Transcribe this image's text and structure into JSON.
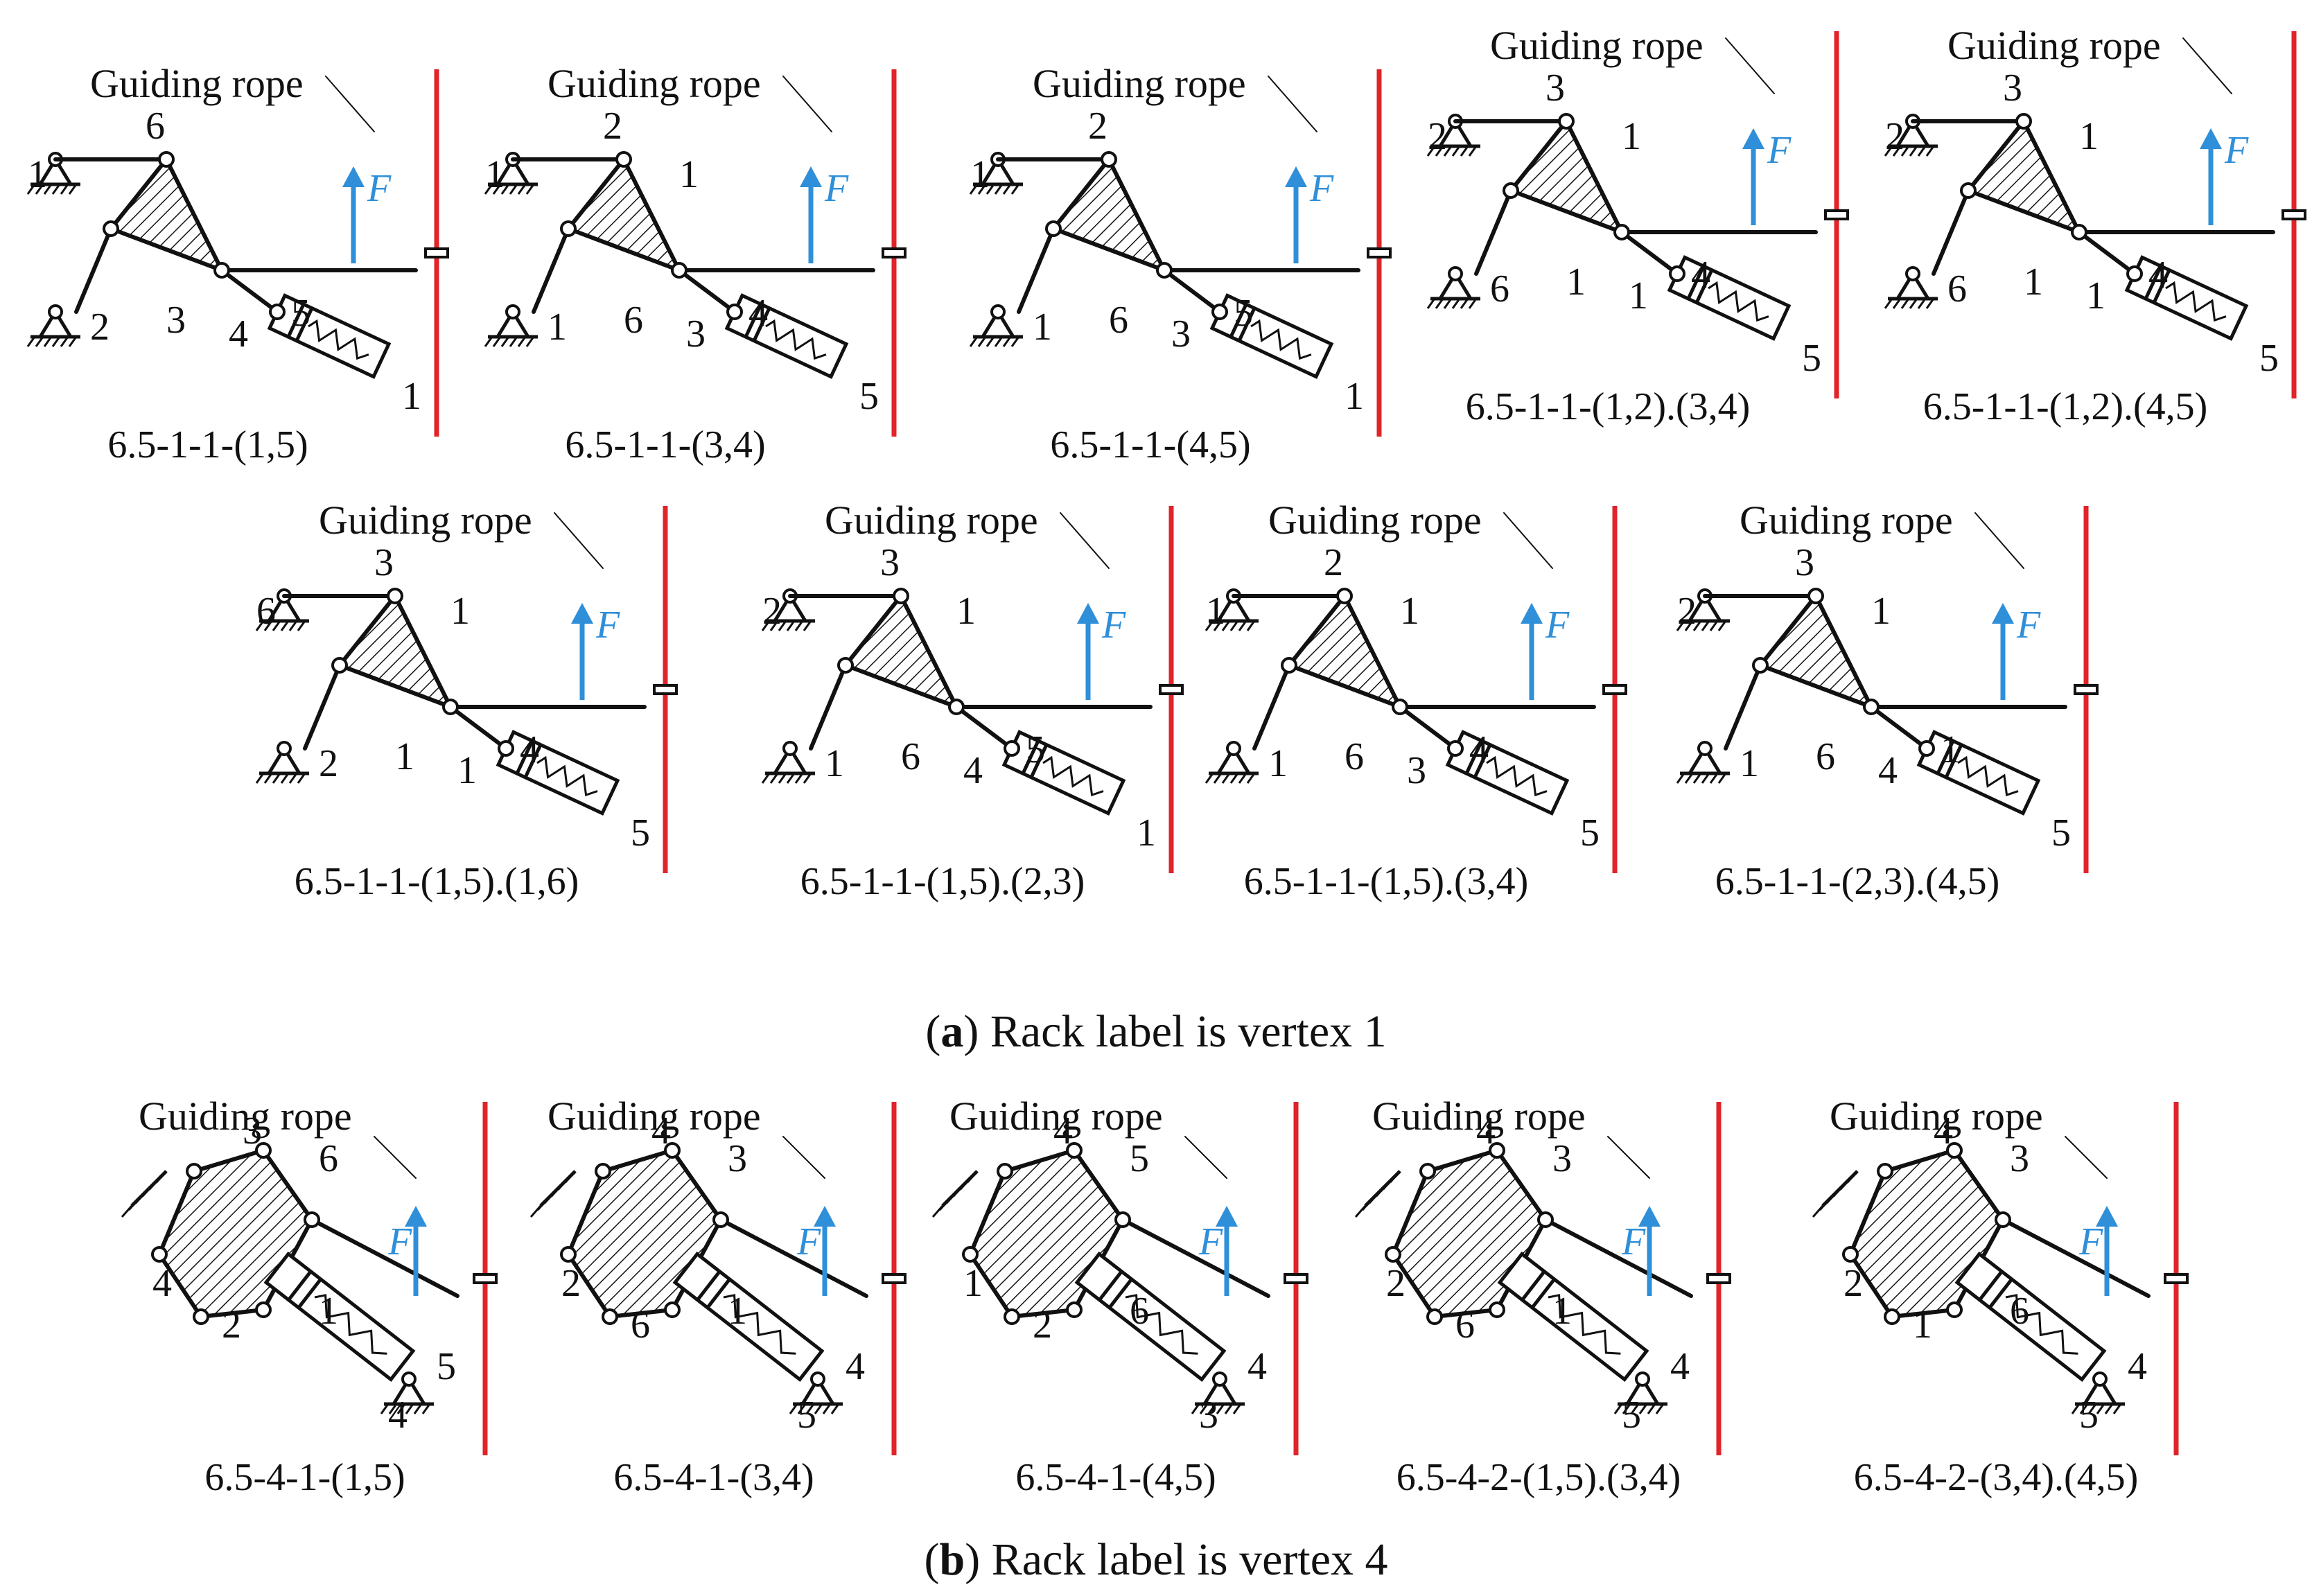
{
  "colors": {
    "rope": "#e0242a",
    "force": "#2f8fd8",
    "ink": "#111111"
  },
  "labels": {
    "guiding_rope": "Guiding rope",
    "guiding": "Guiding",
    "rope": "rope",
    "force": "F"
  },
  "sections": {
    "a": {
      "letter": "a",
      "text": " Rack label is vertex 1"
    },
    "b": {
      "letter": "b",
      "text": " Rack label is vertex 4"
    }
  },
  "mechanisms": [
    {
      "label": "6.5-1-1-(1,5)",
      "row": "a",
      "nums": [
        "1",
        "6",
        "2",
        "3",
        "4",
        "5",
        "1"
      ]
    },
    {
      "label": "6.5-1-1-(3,4)",
      "row": "a",
      "nums": [
        "1",
        "2",
        "1",
        "6",
        "3",
        "4",
        "5",
        "1"
      ]
    },
    {
      "label": "6.5-1-1-(4,5)",
      "row": "a",
      "nums": [
        "1",
        "2",
        "1",
        "6",
        "3",
        "5",
        "1"
      ]
    },
    {
      "label": "6.5-1-1-(1,2).(3,4)",
      "row": "a",
      "nums": [
        "2",
        "3",
        "6",
        "1",
        "1",
        "4",
        "5",
        "1"
      ]
    },
    {
      "label": "6.5-1-1-(1,2).(4,5)",
      "row": "a",
      "nums": [
        "2",
        "3",
        "6",
        "1",
        "1",
        "4",
        "5",
        "1"
      ]
    },
    {
      "label": "6.5-1-1-(1,5).(1,6)",
      "row": "a",
      "nums": [
        "6",
        "3",
        "2",
        "1",
        "1",
        "4",
        "5",
        "1"
      ]
    },
    {
      "label": "6.5-1-1-(1,5).(2,3)",
      "row": "a",
      "nums": [
        "2",
        "3",
        "1",
        "6",
        "4",
        "5",
        "1",
        "1"
      ]
    },
    {
      "label": "6.5-1-1-(1,5).(3,4)",
      "row": "a",
      "nums": [
        "1",
        "2",
        "1",
        "6",
        "3",
        "4",
        "5",
        "1"
      ]
    },
    {
      "label": "6.5-1-1-(2,3).(4,5)",
      "row": "a",
      "nums": [
        "2",
        "3",
        "1",
        "6",
        "4",
        "1",
        "5",
        "1"
      ]
    },
    {
      "label": "6.5-4-1-(1,5)",
      "row": "b",
      "nums": [
        "3",
        "6",
        "4",
        "2",
        "1",
        "4",
        "5"
      ]
    },
    {
      "label": "6.5-4-1-(3,4)",
      "row": "b",
      "nums": [
        "4",
        "3",
        "2",
        "6",
        "1",
        "5",
        "4"
      ]
    },
    {
      "label": "6.5-4-1-(4,5)",
      "row": "b",
      "nums": [
        "4",
        "5",
        "1",
        "2",
        "6",
        "3",
        "4"
      ]
    },
    {
      "label": "6.5-4-2-(1,5).(3,4)",
      "row": "b",
      "nums": [
        "4",
        "3",
        "2",
        "6",
        "1",
        "5",
        "4"
      ]
    },
    {
      "label": "6.5-4-2-(3,4).(4,5)",
      "row": "b",
      "nums": [
        "4",
        "3",
        "2",
        "1",
        "6",
        "5",
        "4"
      ]
    }
  ]
}
